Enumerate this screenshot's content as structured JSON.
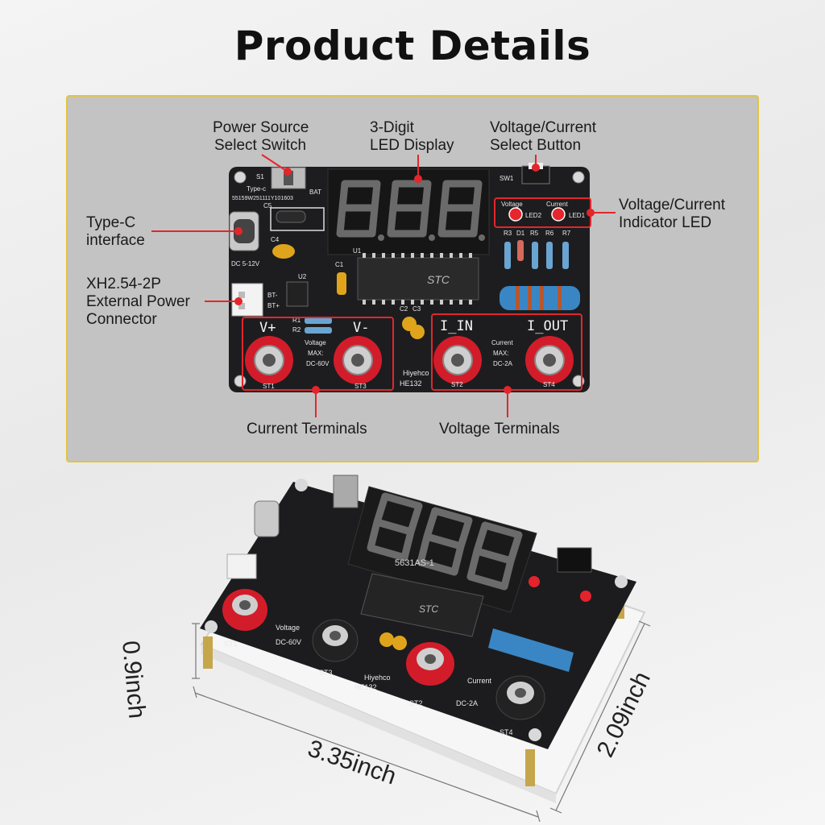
{
  "title": "Product Details",
  "callouts": {
    "power_switch": [
      "Power Source",
      "Select Switch"
    ],
    "led_display": [
      "3-Digit",
      "LED Display"
    ],
    "select_button": [
      "Voltage/Current",
      "Select Button"
    ],
    "indicator_led": [
      "Voltage/Current",
      "Indicator LED"
    ],
    "type_c": [
      "Type-C",
      "interface"
    ],
    "xh_connector": [
      "XH2.54-2P",
      "External Power",
      "Connector"
    ],
    "current_terminals": "Current Terminals",
    "voltage_terminals": "Voltage Terminals"
  },
  "board_silkscreen": {
    "s1": "S1",
    "bat": "BAT",
    "typec": "Type-c",
    "serial": "55159W251111Y101603",
    "c5": "C5",
    "c4": "C4",
    "dc": "DC 5-12V",
    "c1": "C1",
    "u1": "U1",
    "u2": "U2",
    "bt_minus": "BT-",
    "bt_plus": "BT+",
    "r1": "R1",
    "r2": "R2",
    "c2": "C2",
    "c3": "C3",
    "sw1": "SW1",
    "voltage": "Voltage",
    "current": "Current",
    "led2": "LED2",
    "led1": "LED1",
    "r3": "R3",
    "d1": "D1",
    "r5": "R5",
    "r6": "R6",
    "r7": "R7",
    "v_plus": "V+",
    "v_minus": "V-",
    "i_in": "I_IN",
    "i_out": "I_OUT",
    "max": "MAX:",
    "dc60": "DC-60V",
    "dc2a": "DC-2A",
    "st1": "ST1",
    "st3": "ST3",
    "st2": "ST2",
    "st4": "ST4",
    "brand": "Hiyehco",
    "model": "HE132",
    "chip": "STC",
    "display_part": "5631AS-1"
  },
  "dimensions": {
    "height": "0.9inch",
    "length": "3.35inch",
    "width": "2.09inch"
  },
  "colors": {
    "panel_bg": "#c3c3c3",
    "panel_border": "#e2c441",
    "callout_red": "#e3262b",
    "pcb_black": "#1c1c1e",
    "terminal_red": "#d31c2a"
  }
}
